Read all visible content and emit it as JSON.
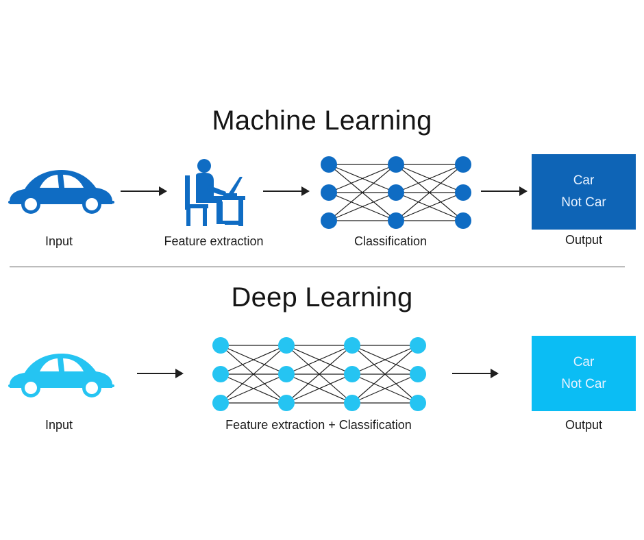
{
  "colors": {
    "ml_blue": "#0f6cc3",
    "dl_blue": "#25c4f2",
    "ml_box": "#0e64b6",
    "dl_box": "#0bbdf4",
    "text": "#1a1a1a",
    "line": "#1f1f1f"
  },
  "machine_learning": {
    "title": "Machine Learning",
    "stages": {
      "input": {
        "label": "Input",
        "icon": "car-icon"
      },
      "feature": {
        "label": "Feature extraction",
        "icon": "person-at-desk-icon"
      },
      "classification": {
        "label": "Classification",
        "network_layers": [
          3,
          3,
          3
        ]
      },
      "output": {
        "label": "Output",
        "line1": "Car",
        "line2": "Not Car"
      }
    }
  },
  "deep_learning": {
    "title": "Deep Learning",
    "stages": {
      "input": {
        "label": "Input",
        "icon": "car-icon"
      },
      "combined": {
        "label": "Feature extraction + Classification",
        "network_layers": [
          3,
          3,
          3,
          3
        ]
      },
      "output": {
        "label": "Output",
        "line1": "Car",
        "line2": "Not Car"
      }
    }
  }
}
